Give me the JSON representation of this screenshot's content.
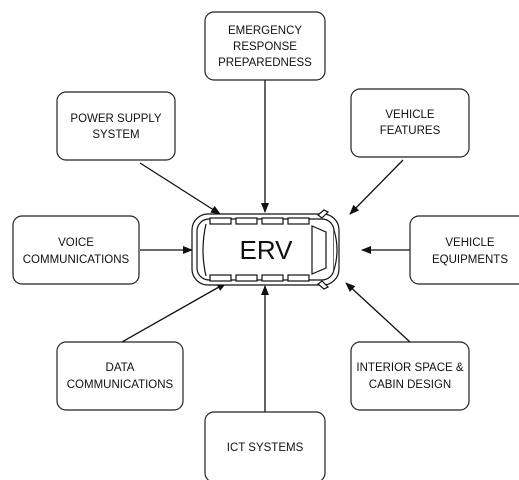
{
  "diagram": {
    "center": {
      "label": "ERV"
    },
    "nodes": [
      {
        "id": "emergency",
        "lines": [
          "EMERGENCY",
          "RESPONSE",
          "PREPAREDNESS"
        ]
      },
      {
        "id": "power",
        "lines": [
          "POWER SUPPLY",
          "SYSTEM"
        ]
      },
      {
        "id": "vehicle-features",
        "lines": [
          "VEHICLE",
          "FEATURES"
        ]
      },
      {
        "id": "voice",
        "lines": [
          "VOICE",
          "COMMUNICATIONS"
        ]
      },
      {
        "id": "vehicle-equipments",
        "lines": [
          "VEHICLE",
          "EQUIPMENTS"
        ]
      },
      {
        "id": "data",
        "lines": [
          "DATA",
          "COMMUNICATIONS"
        ]
      },
      {
        "id": "interior",
        "lines": [
          "INTERIOR SPACE &",
          "CABIN DESIGN"
        ]
      },
      {
        "id": "ict",
        "lines": [
          "ICT SYSTEMS"
        ]
      }
    ]
  }
}
